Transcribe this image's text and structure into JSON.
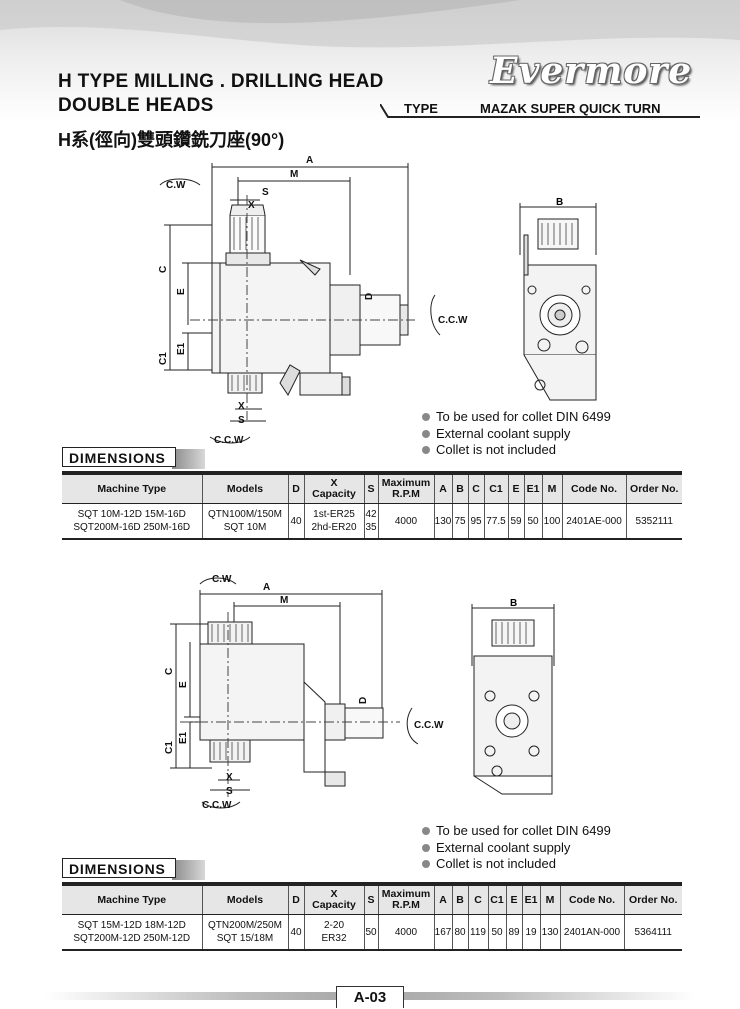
{
  "header": {
    "title_line1": "H TYPE MILLING . DRILLING HEAD",
    "title_line2": "DOUBLE HEADS",
    "title_cn": "H系(徑向)雙頭鑽銑刀座(90°)",
    "logo": "Evermore",
    "type_label": "TYPE",
    "type_value": "MAZAK SUPER QUICK TURN"
  },
  "section1": {
    "drawing_labels": {
      "A": "A",
      "M": "M",
      "S": "S",
      "X": "X",
      "C": "C",
      "E": "E",
      "C1": "C1",
      "E1": "E1",
      "D": "D",
      "B": "B",
      "cw_top": "C.W",
      "ccw_bottom": "C.C.W",
      "ccw_side": "C.C.W",
      "x_bottom": "X",
      "s_bottom": "S"
    },
    "bullets": [
      "To be used for collet DIN 6499",
      "External coolant supply",
      "Collet is not included"
    ],
    "dimensions_title": "DIMENSIONS",
    "table": {
      "headers": {
        "machine_type": "Machine Type",
        "models": "Models",
        "d": "D",
        "x_top": "X",
        "x_bottom": "Capacity",
        "s": "S",
        "rpm_top": "Maximum",
        "rpm_bottom": "R.P.M",
        "a": "A",
        "b": "B",
        "c": "C",
        "c1": "C1",
        "e": "E",
        "e1": "E1",
        "m": "M",
        "code": "Code No.",
        "order": "Order No."
      },
      "row": {
        "machine_line1": "SQT 10M-12D  15M-16D",
        "machine_line2": "SQT200M-16D  250M-16D",
        "models_line1": "QTN100M/150M",
        "models_line2": "SQT 10M",
        "d": "40",
        "x_line1": "1st-ER25",
        "x_line2": "2hd-ER20",
        "s_line1": "42",
        "s_line2": "35",
        "rpm": "4000",
        "a": "130",
        "b": "75",
        "c": "95",
        "c1": "77.5",
        "e": "59",
        "e1": "50",
        "m": "100",
        "code": "2401AE-000",
        "order": "5352111"
      }
    }
  },
  "section2": {
    "drawing_labels": {
      "A": "A",
      "M": "M",
      "S": "S",
      "X": "X",
      "C": "C",
      "E": "E",
      "C1": "C1",
      "E1": "E1",
      "D": "D",
      "B": "B",
      "cw_top": "C.W",
      "ccw_bottom": "C.C.W",
      "ccw_side": "C.C.W"
    },
    "bullets": [
      "To be used for collet DIN 6499",
      "External coolant supply",
      "Collet is not included"
    ],
    "dimensions_title": "DIMENSIONS",
    "table": {
      "headers": {
        "machine_type": "Machine Type",
        "models": "Models",
        "d": "D",
        "x_top": "X",
        "x_bottom": "Capacity",
        "s": "S",
        "rpm_top": "Maximum",
        "rpm_bottom": "R.P.M",
        "a": "A",
        "b": "B",
        "c": "C",
        "c1": "C1",
        "e": "E",
        "e1": "E1",
        "m": "M",
        "code": "Code No.",
        "order": "Order No."
      },
      "row": {
        "machine_line1": "SQT 15M-12D  18M-12D",
        "machine_line2": "SQT200M-12D  250M-12D",
        "models_line1": "QTN200M/250M",
        "models_line2": "SQT 15/18M",
        "d": "40",
        "x_line1": "2-20",
        "x_line2": "ER32",
        "s": "50",
        "rpm": "4000",
        "a": "167",
        "b": "80",
        "c": "119",
        "c1": "50",
        "e": "89",
        "e1": "19",
        "m": "130",
        "code": "2401AN-000",
        "order": "5364111"
      }
    }
  },
  "footer": {
    "page": "A-03"
  }
}
